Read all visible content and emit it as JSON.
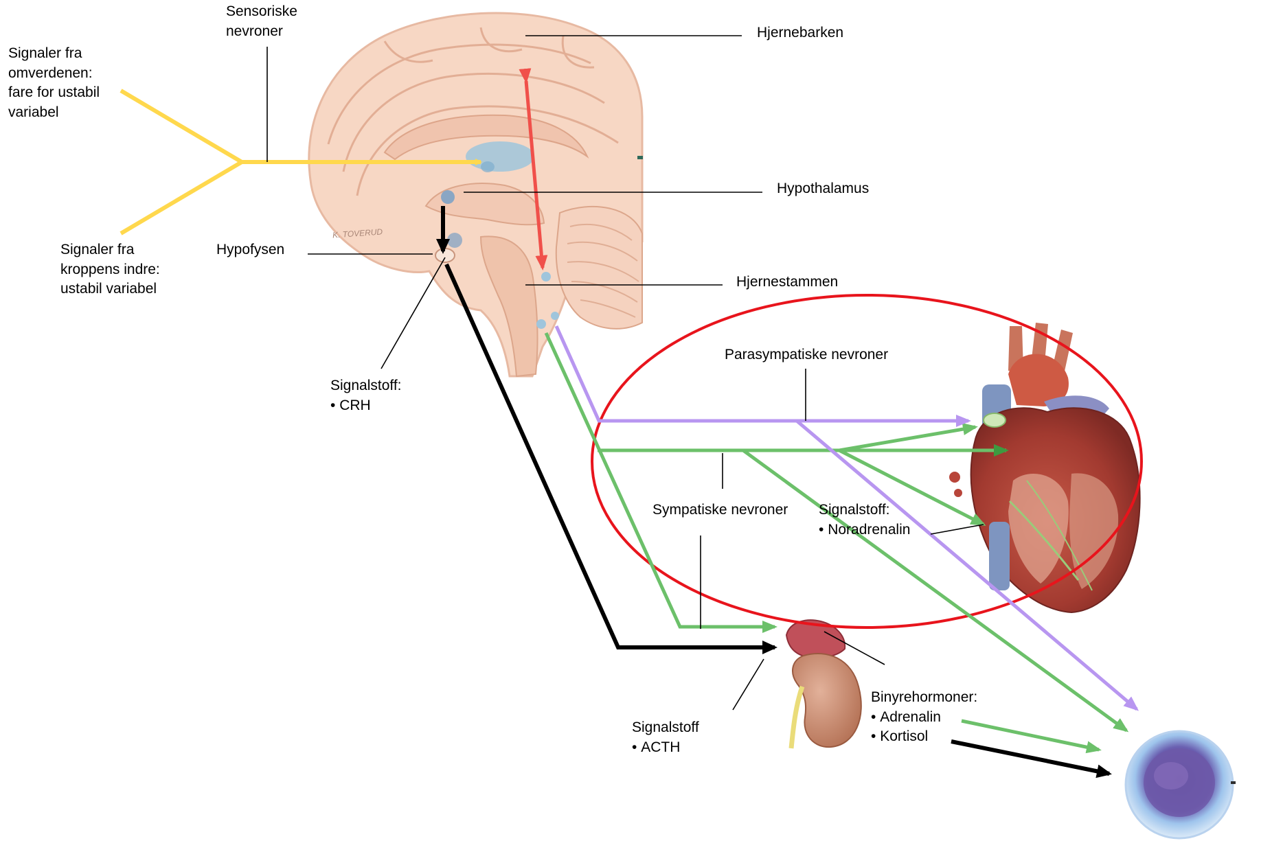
{
  "labels": {
    "sensoriske": [
      "Sensoriske",
      "nevroner"
    ],
    "omverdenen": [
      "Signaler fra",
      "omverdenen:",
      "fare for ustabil",
      "variabel"
    ],
    "kroppens": [
      "Signaler fra",
      "kroppens indre:",
      "ustabil variabel"
    ],
    "hypofysen": "Hypofysen",
    "hjernebarken": "Hjernebarken",
    "hypothalamus": "Hypothalamus",
    "hjernestammen": "Hjernestammen",
    "crh": {
      "heading": "Signalstoff:",
      "item": "CRH"
    },
    "parasympatiske": "Parasympatiske nevroner",
    "sympatiske": "Sympatiske nevroner",
    "noradrenalin": {
      "heading": "Signalstoff:",
      "item": "Noradrenalin"
    },
    "acth": {
      "heading": "Signalstoff",
      "item": "ACTH"
    },
    "binyrehormoner": {
      "heading": "Binyrehormoner:",
      "items": [
        "Adrenalin",
        "Kortisol"
      ]
    },
    "artist_signature": "K. TOVERUD"
  },
  "colors": {
    "sensory_yellow": "#FFD84D",
    "hpa_black": "#000000",
    "sympathetic_green": "#6CC06A",
    "parasympathetic_purple": "#B896F0",
    "cortex_link_red": "#F0504A",
    "highlight_ellipse": "#E8141C",
    "brain_tissue": "#F7D7C4",
    "heart_muscle": "#B8453A",
    "kidney": "#C98A6E",
    "cell": "#8FB4E0"
  }
}
